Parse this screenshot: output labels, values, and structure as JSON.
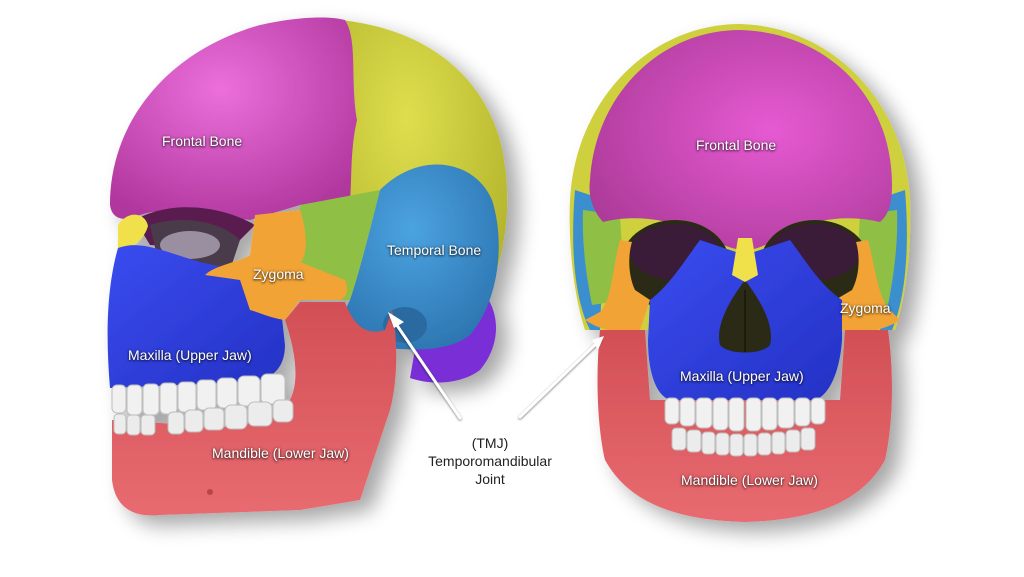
{
  "figure": {
    "views": [
      {
        "name": "lateral-oblique-view",
        "labels": {
          "frontal_bone": "Frontal Bone",
          "temporal_bone": "Temporal Bone",
          "zygoma": "Zygoma",
          "maxilla": "Maxilla (Upper Jaw)",
          "mandible": "Mandible (Lower Jaw)"
        }
      },
      {
        "name": "frontal-view",
        "labels": {
          "frontal_bone": "Frontal Bone",
          "zygoma": "Zygoma",
          "maxilla": "Maxilla (Upper Jaw)",
          "mandible": "Mandible (Lower Jaw)"
        }
      }
    ],
    "tmj_callout": {
      "line1": "(TMJ)",
      "line2": "Temporomandibular",
      "line3": "Joint"
    },
    "bone_colors": {
      "frontal": "#d54fc0",
      "parietal": "#cfd03e",
      "temporal": "#3a8fcf",
      "sphenoid": "#8fc044",
      "zygoma": "#f2a334",
      "maxilla": "#2f3fe0",
      "mandible": "#d9575d",
      "nasal": "#f0e04a",
      "occipital": "#7a2fd6",
      "teeth": "#f1f1f1",
      "orbit": "#2a2a18"
    }
  }
}
